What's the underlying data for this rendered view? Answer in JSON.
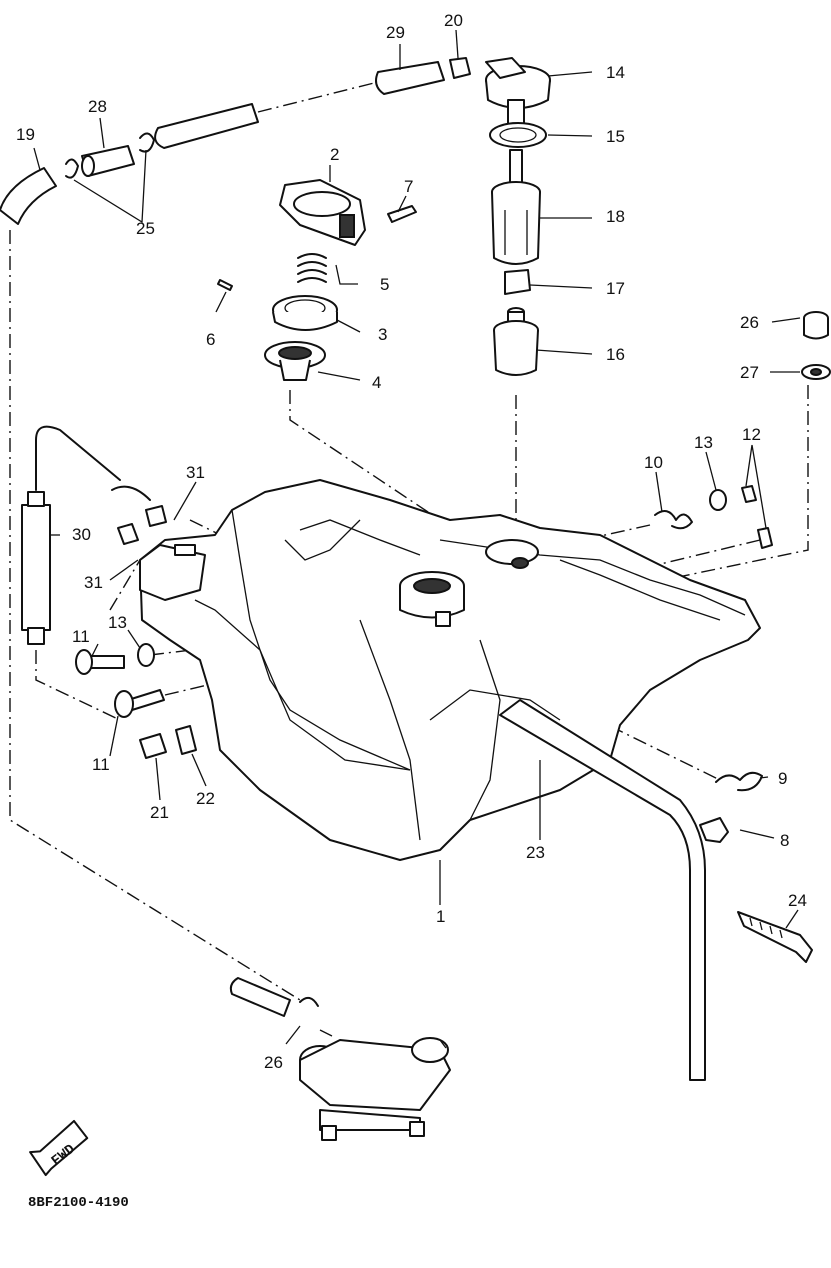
{
  "diagram": {
    "drawing_code": "8BF2100-4190",
    "fwd_label": "FWD",
    "callouts": [
      {
        "id": "1",
        "text": "1"
      },
      {
        "id": "2",
        "text": "2"
      },
      {
        "id": "3",
        "text": "3"
      },
      {
        "id": "4",
        "text": "4"
      },
      {
        "id": "5",
        "text": "5"
      },
      {
        "id": "6",
        "text": "6"
      },
      {
        "id": "7",
        "text": "7"
      },
      {
        "id": "8",
        "text": "8"
      },
      {
        "id": "9",
        "text": "9"
      },
      {
        "id": "10",
        "text": "10"
      },
      {
        "id": "11a",
        "text": "11"
      },
      {
        "id": "11b",
        "text": "11"
      },
      {
        "id": "12",
        "text": "12"
      },
      {
        "id": "13a",
        "text": "13"
      },
      {
        "id": "13b",
        "text": "13"
      },
      {
        "id": "14",
        "text": "14"
      },
      {
        "id": "15",
        "text": "15"
      },
      {
        "id": "16",
        "text": "16"
      },
      {
        "id": "17",
        "text": "17"
      },
      {
        "id": "18",
        "text": "18"
      },
      {
        "id": "19",
        "text": "19"
      },
      {
        "id": "20",
        "text": "20"
      },
      {
        "id": "21",
        "text": "21"
      },
      {
        "id": "22",
        "text": "22"
      },
      {
        "id": "23",
        "text": "23"
      },
      {
        "id": "24",
        "text": "24"
      },
      {
        "id": "25",
        "text": "25"
      },
      {
        "id": "26a",
        "text": "26"
      },
      {
        "id": "26b",
        "text": "26"
      },
      {
        "id": "27",
        "text": "27"
      },
      {
        "id": "28",
        "text": "28"
      },
      {
        "id": "29",
        "text": "29"
      },
      {
        "id": "30",
        "text": "30"
      },
      {
        "id": "31a",
        "text": "31"
      },
      {
        "id": "31b",
        "text": "31"
      }
    ]
  }
}
